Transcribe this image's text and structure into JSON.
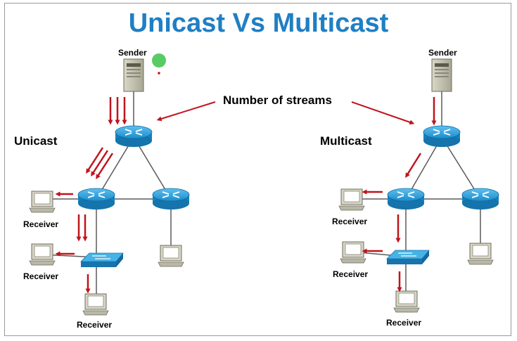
{
  "title": "Unicast Vs Multicast",
  "annotation": "Number of streams",
  "unicast": {
    "label": "Unicast",
    "sender_label": "Sender",
    "receiver_labels": [
      "Receiver",
      "Receiver",
      "Receiver"
    ]
  },
  "multicast": {
    "label": "Multicast",
    "sender_label": "Sender",
    "receiver_labels": [
      "Receiver",
      "Receiver",
      "Receiver"
    ]
  },
  "colors": {
    "title": "#1f7fc4",
    "arrow": "#c0141c",
    "router": "#1b8ccc",
    "switch": "#2a9fd8",
    "link": "#5a5a5a",
    "pointer_dot": "#3cc24a"
  },
  "icons": [
    "server-icon",
    "router-icon",
    "switch-icon",
    "computer-icon"
  ]
}
